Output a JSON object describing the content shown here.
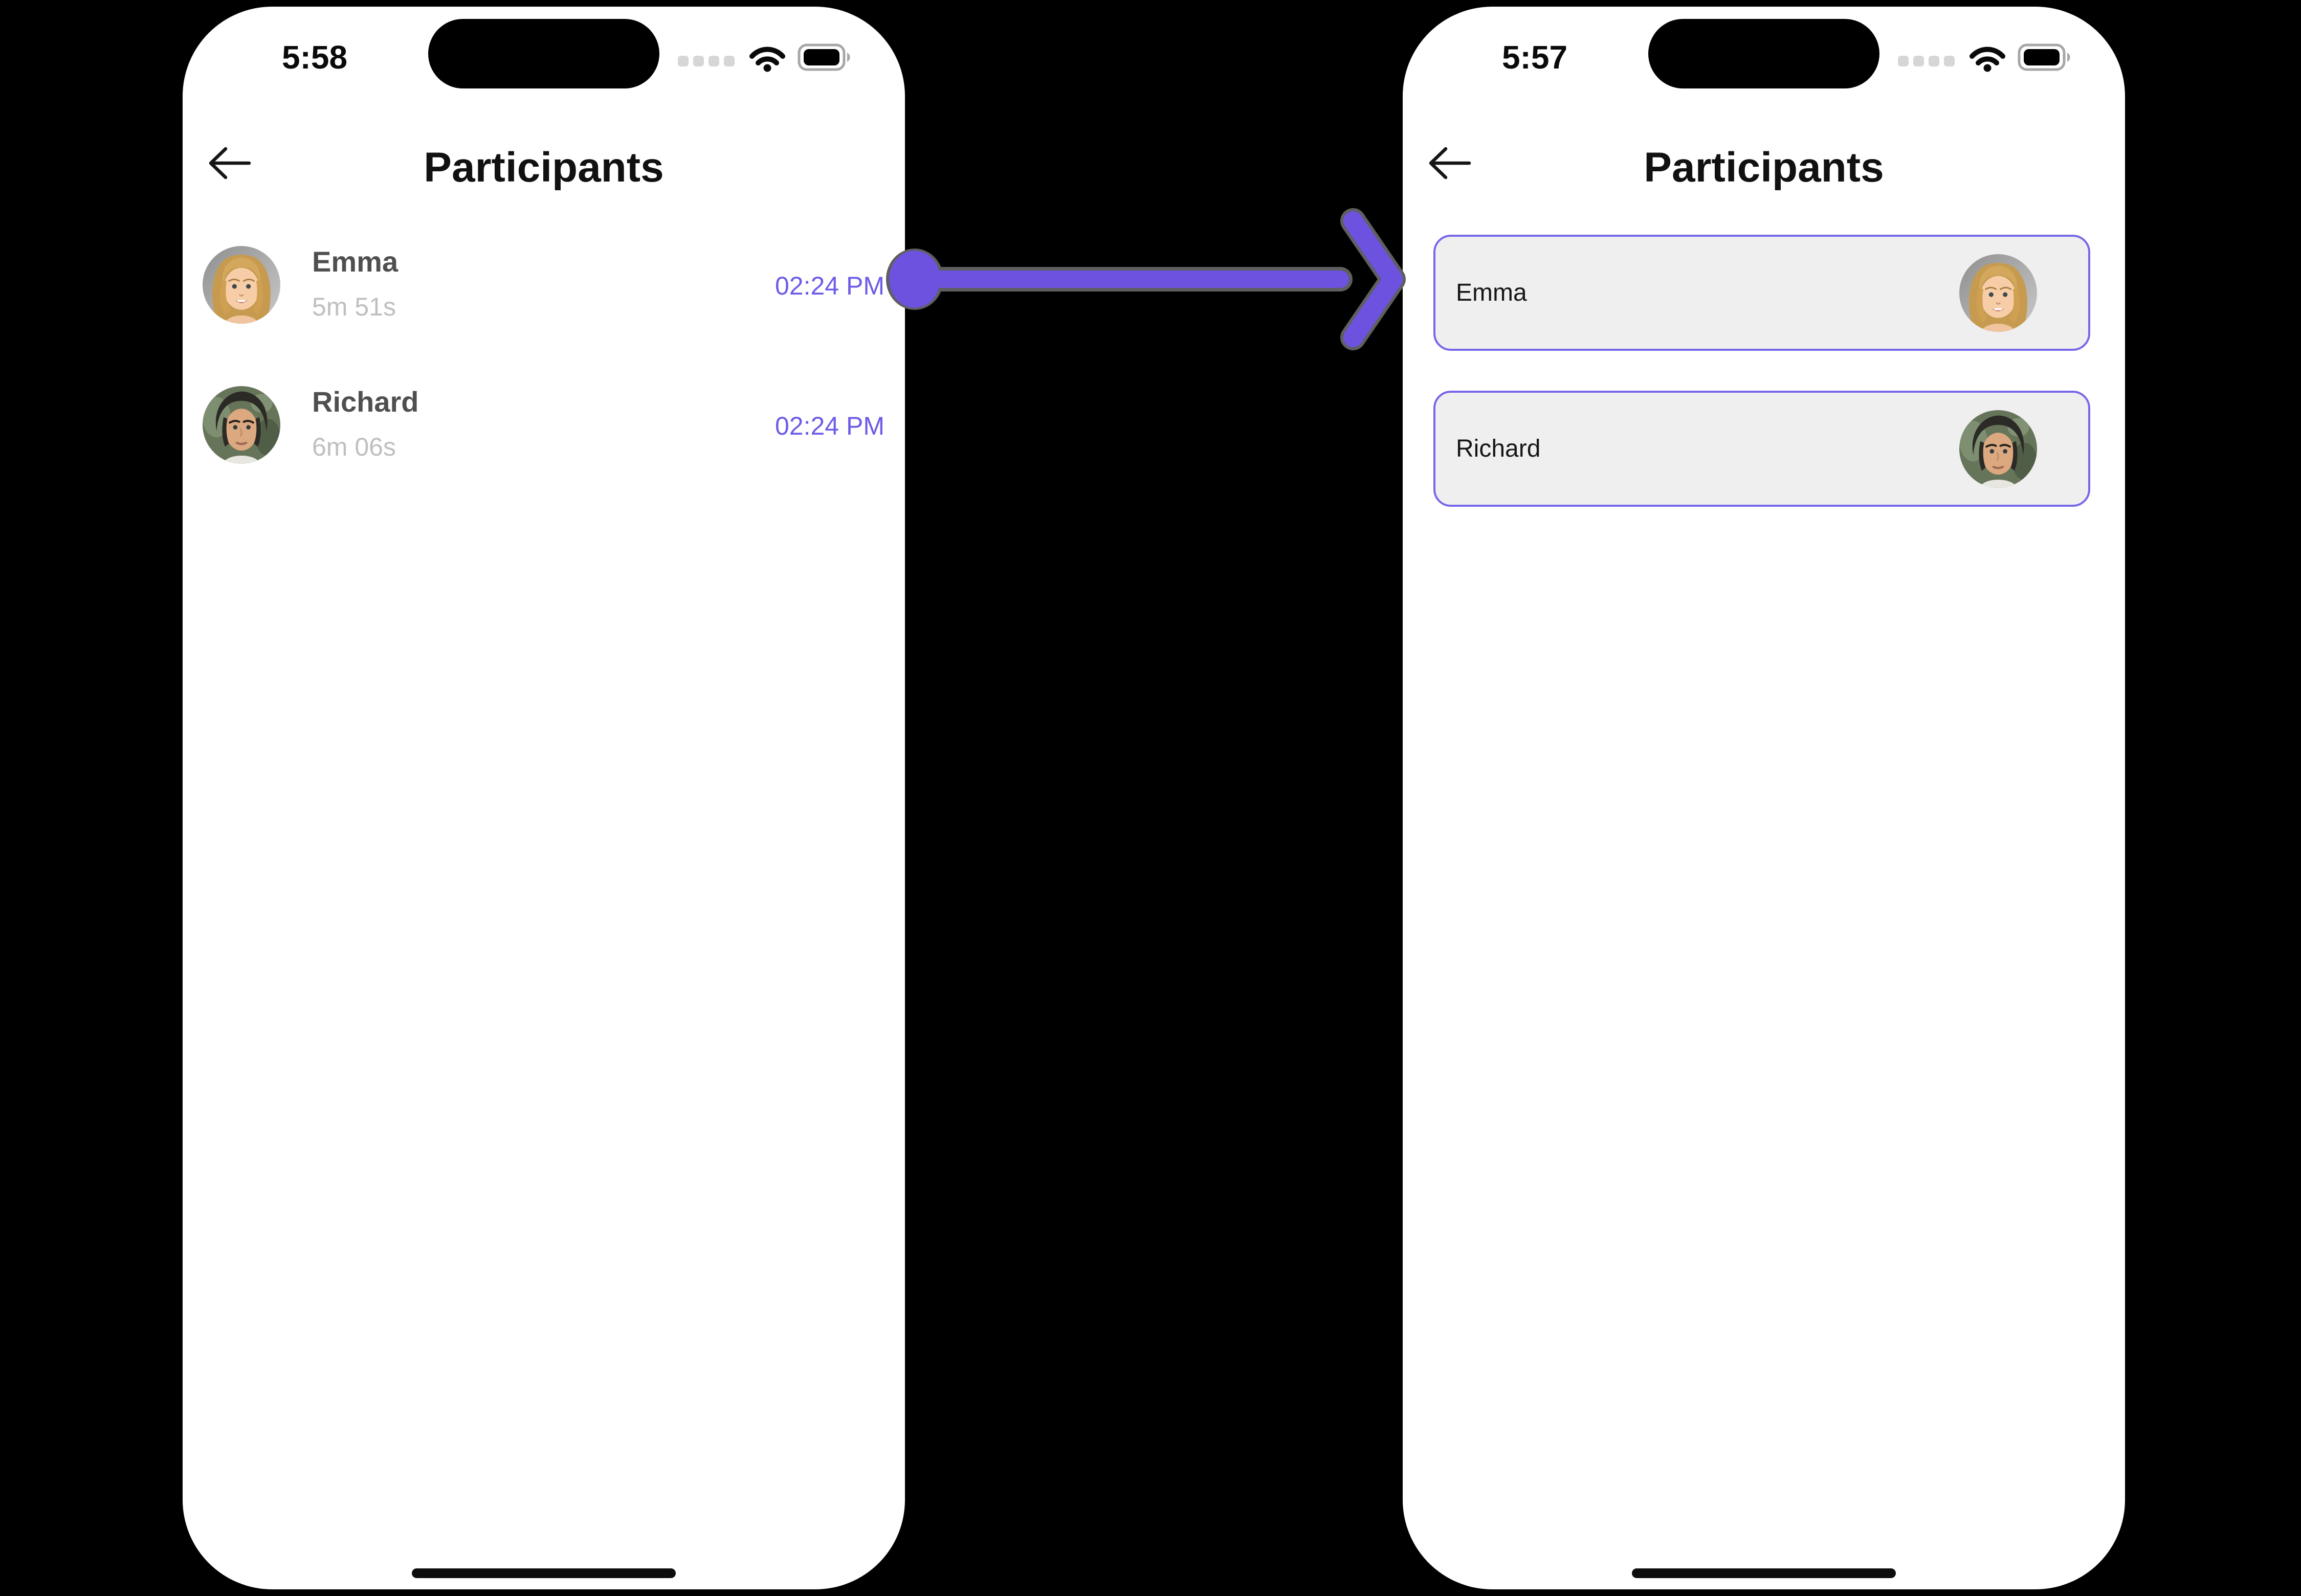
{
  "colors": {
    "background": "#000000",
    "phone_body": "#FFFFFF",
    "accent": "#6C5CE7",
    "card_border": "#7767E9",
    "card_background": "#EFEFF0",
    "name_gray": "#4F4F4F",
    "duration_gray": "#BFBFBF",
    "title_black": "#111111",
    "annotation_arrow": "#6C52DE"
  },
  "annotation": {
    "arrow_icon": "flow-arrow-right-icon"
  },
  "phones": {
    "left": {
      "status": {
        "time": "5:58",
        "icons": [
          "cellular-signal-icon",
          "wifi-icon",
          "battery-icon"
        ]
      },
      "header": {
        "back_icon": "back-arrow-icon",
        "title": "Participants"
      },
      "participants": [
        {
          "name": "Emma",
          "duration": "5m 51s",
          "timestamp": "02:24 PM",
          "avatar_icon": "emma-avatar"
        },
        {
          "name": "Richard",
          "duration": "6m 06s",
          "timestamp": "02:24 PM",
          "avatar_icon": "richard-avatar"
        }
      ]
    },
    "right": {
      "status": {
        "time": "5:57",
        "icons": [
          "cellular-signal-icon",
          "wifi-icon",
          "battery-icon"
        ]
      },
      "header": {
        "back_icon": "back-arrow-icon",
        "title": "Participants"
      },
      "participants": [
        {
          "name": "Emma",
          "avatar_icon": "emma-avatar"
        },
        {
          "name": "Richard",
          "avatar_icon": "richard-avatar"
        }
      ]
    }
  }
}
